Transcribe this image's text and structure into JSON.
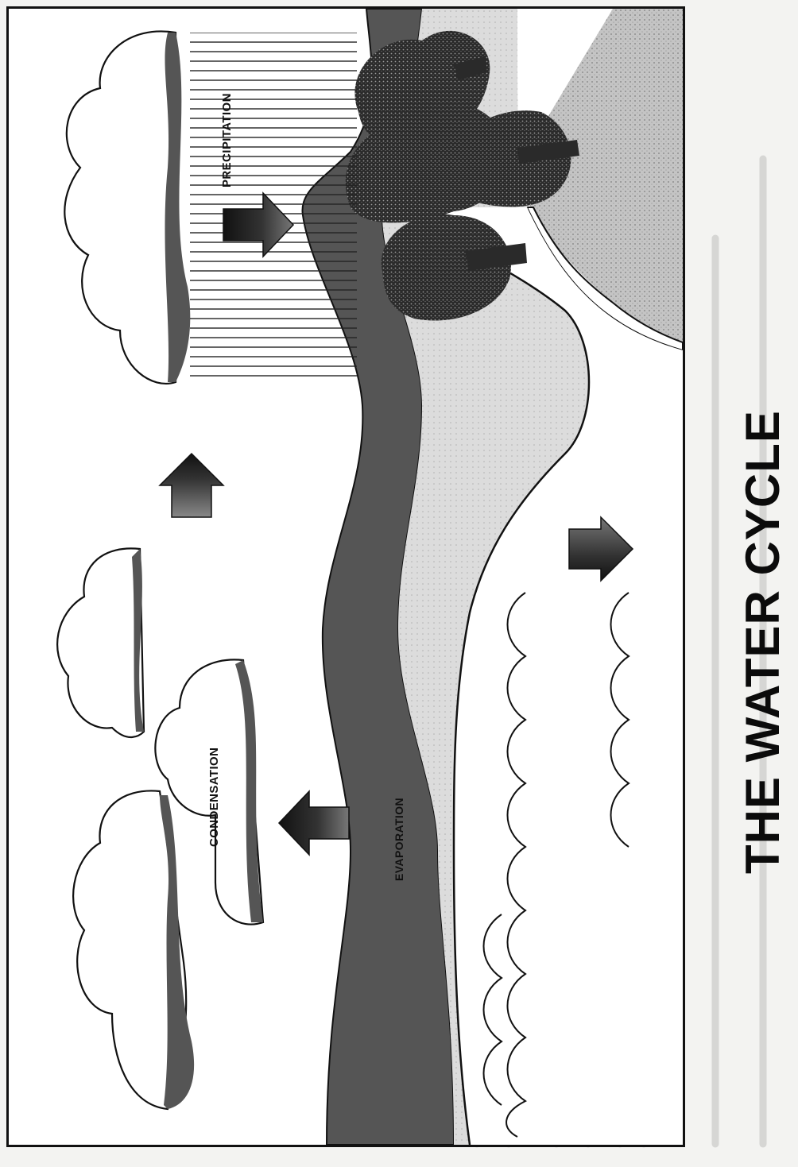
{
  "title": "THE WATER CYCLE",
  "labels": {
    "precipitation": "PRECIPITATION",
    "condensation": "CONDENSATION",
    "evaporation": "EVAPORATION"
  },
  "colors": {
    "ink": "#111111",
    "mountain": "#555555",
    "land": "#bdbdbd",
    "lake": "#d9d9d9",
    "foliage": "#2b2b2b"
  },
  "icons": [
    "cloud-icon",
    "tree-icon",
    "arrow-icon",
    "wave-icon"
  ]
}
